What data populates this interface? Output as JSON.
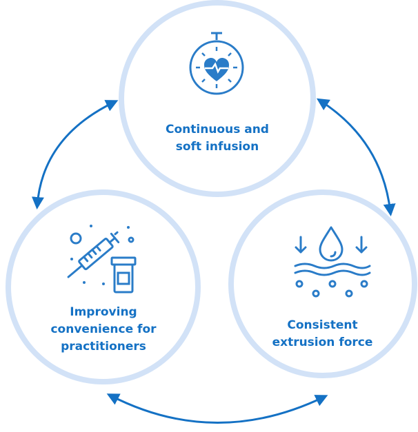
{
  "nodes": {
    "top": {
      "line1": "Continuous and",
      "line2": "soft infusion",
      "icon": "heart-timer-icon"
    },
    "left": {
      "line1": "Improving",
      "line2": "convenience for",
      "line3": "practitioners",
      "icon": "syringe-vial-icon"
    },
    "right": {
      "line1": "Consistent",
      "line2": "extrusion force",
      "icon": "droplet-pressure-icon"
    }
  },
  "colors": {
    "circle_border": "#d2e2f7",
    "accent": "#1471c4",
    "icon_fill": "#2a7cc8",
    "label_text": "#1471c4"
  }
}
